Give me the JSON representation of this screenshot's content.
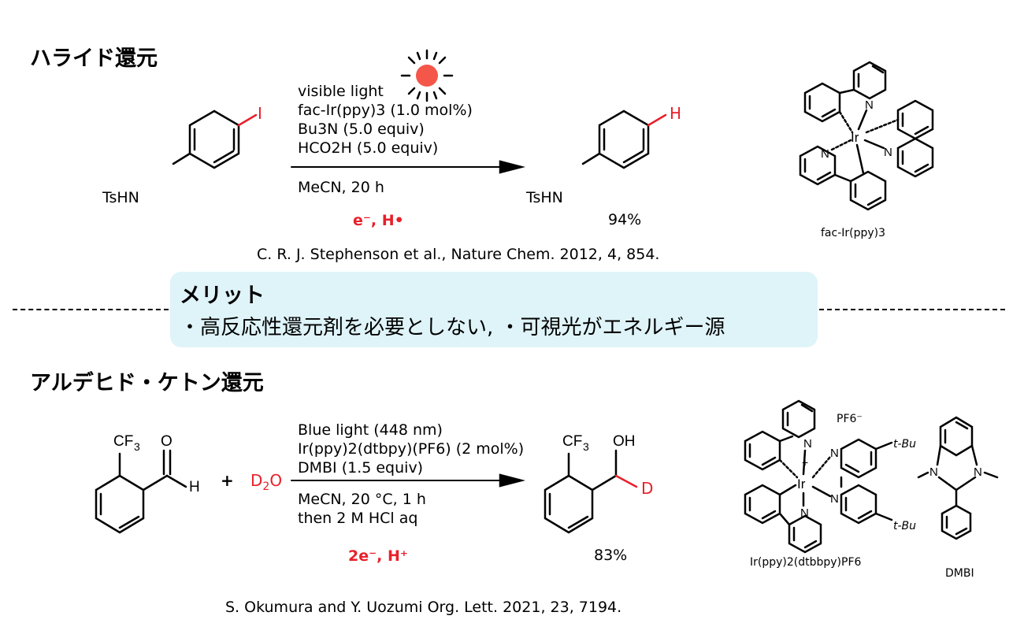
{
  "section1": {
    "title": "ハライド還元",
    "conditions": [
      "visible light",
      "fac-Ir(ppy)3 (1.0 mol%)",
      "Bu3N (5.0 equiv)",
      "HCO2H (5.0 equiv)"
    ],
    "solvent": "MeCN, 20 h",
    "process": "e⁻, H•",
    "substrate_label": "TsHN",
    "substrate_atom": "I",
    "product_label": "TsHN",
    "product_atom": "H",
    "yield": "94%",
    "catalyst_label": "fac-Ir(ppy)3",
    "reference": "C. R. J. Stephenson et al., Nature Chem. 2012, 4, 854."
  },
  "merit": {
    "title": "メリット",
    "body": "・高反応性還元剤を必要としない, ・可視光がエネルギー源"
  },
  "section2": {
    "title": "アルデヒド・ケトン還元",
    "conditions": [
      "Blue light (448 nm)",
      "Ir(ppy)2(dtbpy)(PF6) (2 mol%)",
      "DMBI (1.5 equiv)"
    ],
    "solvent": [
      "MeCN, 20 °C, 1 h",
      "then 2 M HCl aq"
    ],
    "process": "2e⁻, H⁺",
    "reagent": "D2O",
    "plus": "+",
    "yield": "83%",
    "catalyst_label": "Ir(ppy)2(dtbbpy)PF6",
    "additive_label": "DMBI",
    "counterion": "PF6⁻",
    "tbu": "t-Bu",
    "reference": "S. Okumura and Y. Uozumi Org. Lett. 2021, 23, 7194."
  },
  "colors": {
    "accent_red": "#e8202a",
    "sun": "#f4564a",
    "merit_bg": "#dff4f9"
  }
}
